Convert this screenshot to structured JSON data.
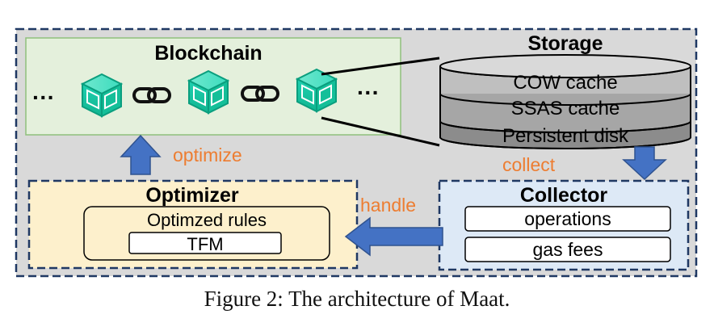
{
  "blockchain": {
    "title": "Blockchain",
    "ellipsis_left": "···",
    "ellipsis_right": "···"
  },
  "storage": {
    "title": "Storage",
    "layers": [
      "COW cache",
      "SSAS cache",
      "Persistent disk"
    ]
  },
  "optimizer": {
    "title": "Optimizer",
    "rules_label": "Optimzed rules",
    "tfm_label": "TFM"
  },
  "collector": {
    "title": "Collector",
    "items": [
      "operations",
      "gas fees"
    ]
  },
  "flows": {
    "optimize": "optimize",
    "collect": "collect",
    "handle": "handle"
  },
  "caption": "Figure 2: The architecture of Maat.",
  "colors": {
    "outer_bg": "#d9d9d9",
    "border_navy": "#1f3863",
    "blockchain_bg": "#e4f0dc",
    "optimizer_bg": "#fdf0cc",
    "collector_bg": "#dde9f6",
    "arrow_blue": "#4472c4",
    "label_orange": "#ed7d31",
    "cube_teal": "#1fc9a6"
  }
}
